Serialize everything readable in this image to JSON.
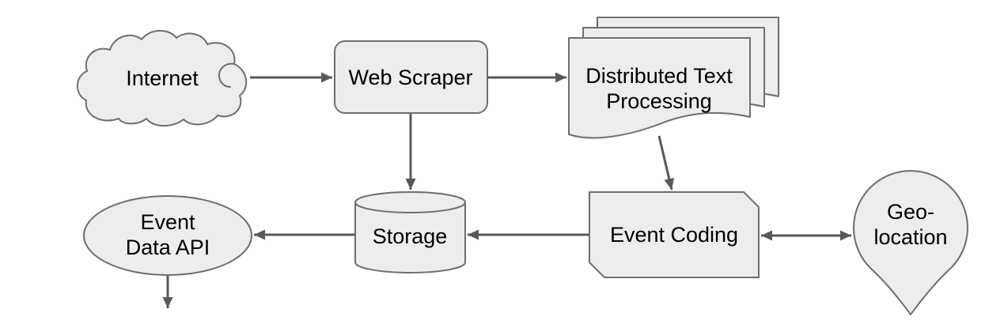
{
  "colors": {
    "background": "#ffffff",
    "shape_fill": "#ededed",
    "shape_stroke": "#6e6e6e",
    "arrow": "#595959",
    "text": "#000000"
  },
  "nodes": {
    "internet": {
      "label": "Internet",
      "shape": "cloud"
    },
    "web_scraper": {
      "label": "Web Scraper",
      "shape": "rounded-rectangle"
    },
    "distributed_text_processing": {
      "line1": "Distributed Text",
      "line2": "Processing",
      "shape": "document-stack"
    },
    "storage": {
      "label": "Storage",
      "shape": "cylinder"
    },
    "event_coding": {
      "label": "Event Coding",
      "shape": "cut-corner-rectangle"
    },
    "geo_location": {
      "line1": "Geo-",
      "line2": "location",
      "shape": "map-pin"
    },
    "event_data_api": {
      "line1": "Event",
      "line2": "Data API",
      "shape": "ellipse"
    }
  },
  "edges": [
    {
      "from": "internet",
      "to": "web_scraper",
      "style": "arrow"
    },
    {
      "from": "web_scraper",
      "to": "distributed_text_processing",
      "style": "arrow"
    },
    {
      "from": "web_scraper",
      "to": "storage",
      "style": "arrow"
    },
    {
      "from": "distributed_text_processing",
      "to": "event_coding",
      "style": "arrow"
    },
    {
      "from": "event_coding",
      "to": "storage",
      "style": "arrow"
    },
    {
      "from": "storage",
      "to": "event_data_api",
      "style": "arrow"
    },
    {
      "from": "event_coding",
      "to": "geo_location",
      "style": "double-arrow"
    },
    {
      "from": "event_data_api",
      "to": null,
      "style": "arrow",
      "note": "points down out of diagram"
    }
  ]
}
